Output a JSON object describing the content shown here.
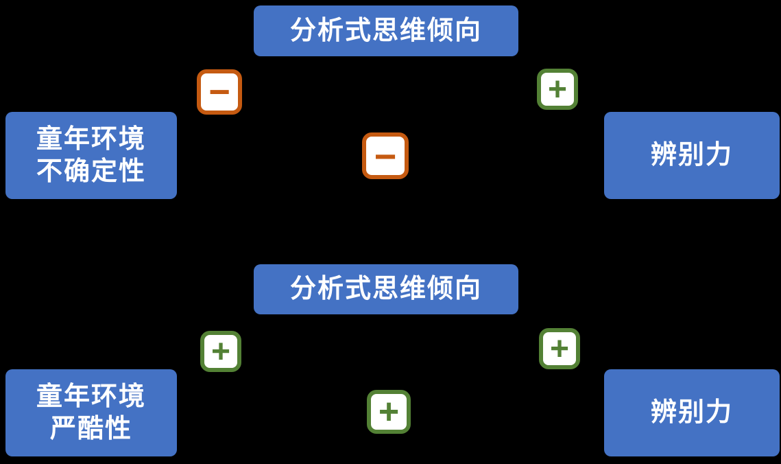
{
  "colors": {
    "background": "#000000",
    "box_fill": "#4472C4",
    "box_text": "#ffffff",
    "badge_fill": "#ffffff",
    "negative_accent": "#C55A11",
    "positive_accent": "#538135"
  },
  "diagrams": [
    {
      "mediator": "分析式思维倾向",
      "predictor_line1": "童年环境",
      "predictor_line2": "不确定性",
      "outcome": "辨别力",
      "path_a_sign": "−",
      "path_b_sign": "+",
      "path_c_sign": "−"
    },
    {
      "mediator": "分析式思维倾向",
      "predictor_line1": "童年环境",
      "predictor_line2": "严酷性",
      "outcome": "辨别力",
      "path_a_sign": "+",
      "path_b_sign": "+",
      "path_c_sign": "+"
    }
  ]
}
